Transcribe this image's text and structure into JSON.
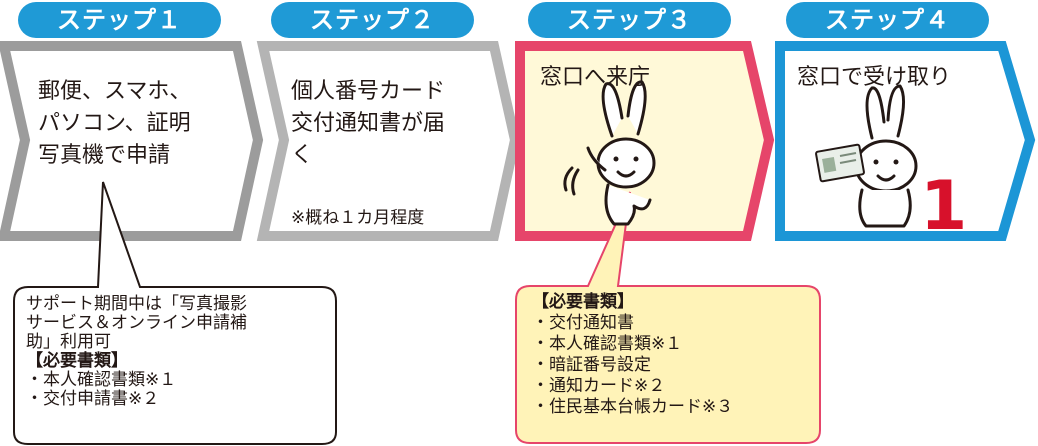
{
  "colors": {
    "step_badge": "#1f9ad6",
    "step1_border": "#9c9c9c",
    "step2_border": "#b4b4b4",
    "step3_border": "#e6456a",
    "step3_fill": "#fff9d8",
    "step4_border": "#1c96d6",
    "callout_left_fill": "#ffffff",
    "callout_right_fill": "#fff3b8",
    "callout_right_border": "#e6456a",
    "number_one": "#d7112b"
  },
  "steps": [
    {
      "label": "ステップ１",
      "text": "郵便、スマホ、\nパソコン、証明\n写真機で申請"
    },
    {
      "label": "ステップ２",
      "text": "個人番号カード\n交付通知書が届\nく",
      "note": "※概ね１カ月程度"
    },
    {
      "label": "ステップ３",
      "text": "窓口へ来庁"
    },
    {
      "label": "ステップ４",
      "text": "窓口で受け取り",
      "number": "1"
    }
  ],
  "callout_left": {
    "lines": [
      "サポート期間中は「写真撮影",
      "サービス＆オンライン申請補",
      "助」利用可"
    ],
    "heading": "【必要書類】",
    "items": [
      "・本人確認書類※１",
      "・交付申請書※２"
    ]
  },
  "callout_right": {
    "heading": "【必要書類】",
    "items": [
      "・交付通知書",
      "・本人確認書類※１",
      "・暗証番号設定",
      "・通知カード※２",
      "・住民基本台帳カード※３"
    ]
  }
}
